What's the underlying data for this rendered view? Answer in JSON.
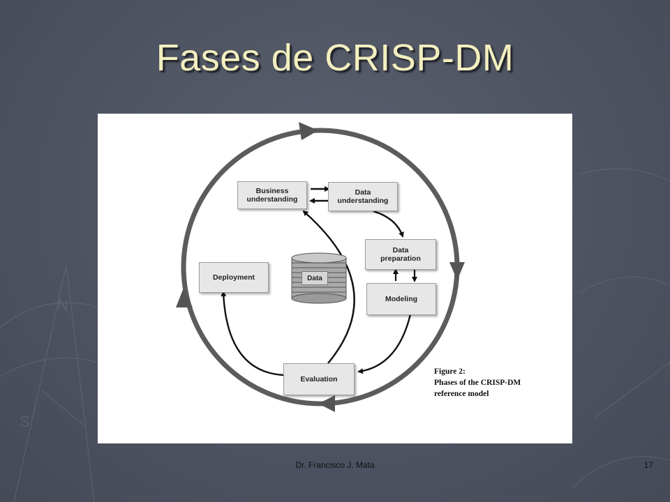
{
  "slide": {
    "title": "Fases de CRISP-DM",
    "footer_author": "Dr. Francisco J. Mata",
    "page_number": "17"
  },
  "diagram": {
    "phases": {
      "business_understanding": "Business\nunderstanding",
      "data_understanding": "Data\nunderstanding",
      "data_preparation": "Data\npreparation",
      "modeling": "Modeling",
      "evaluation": "Evaluation",
      "deployment": "Deployment"
    },
    "center_label": "Data",
    "caption": {
      "line1": "Figure 2:",
      "line2": "Phases of the CRISP-DM",
      "line3": "reference model"
    }
  }
}
